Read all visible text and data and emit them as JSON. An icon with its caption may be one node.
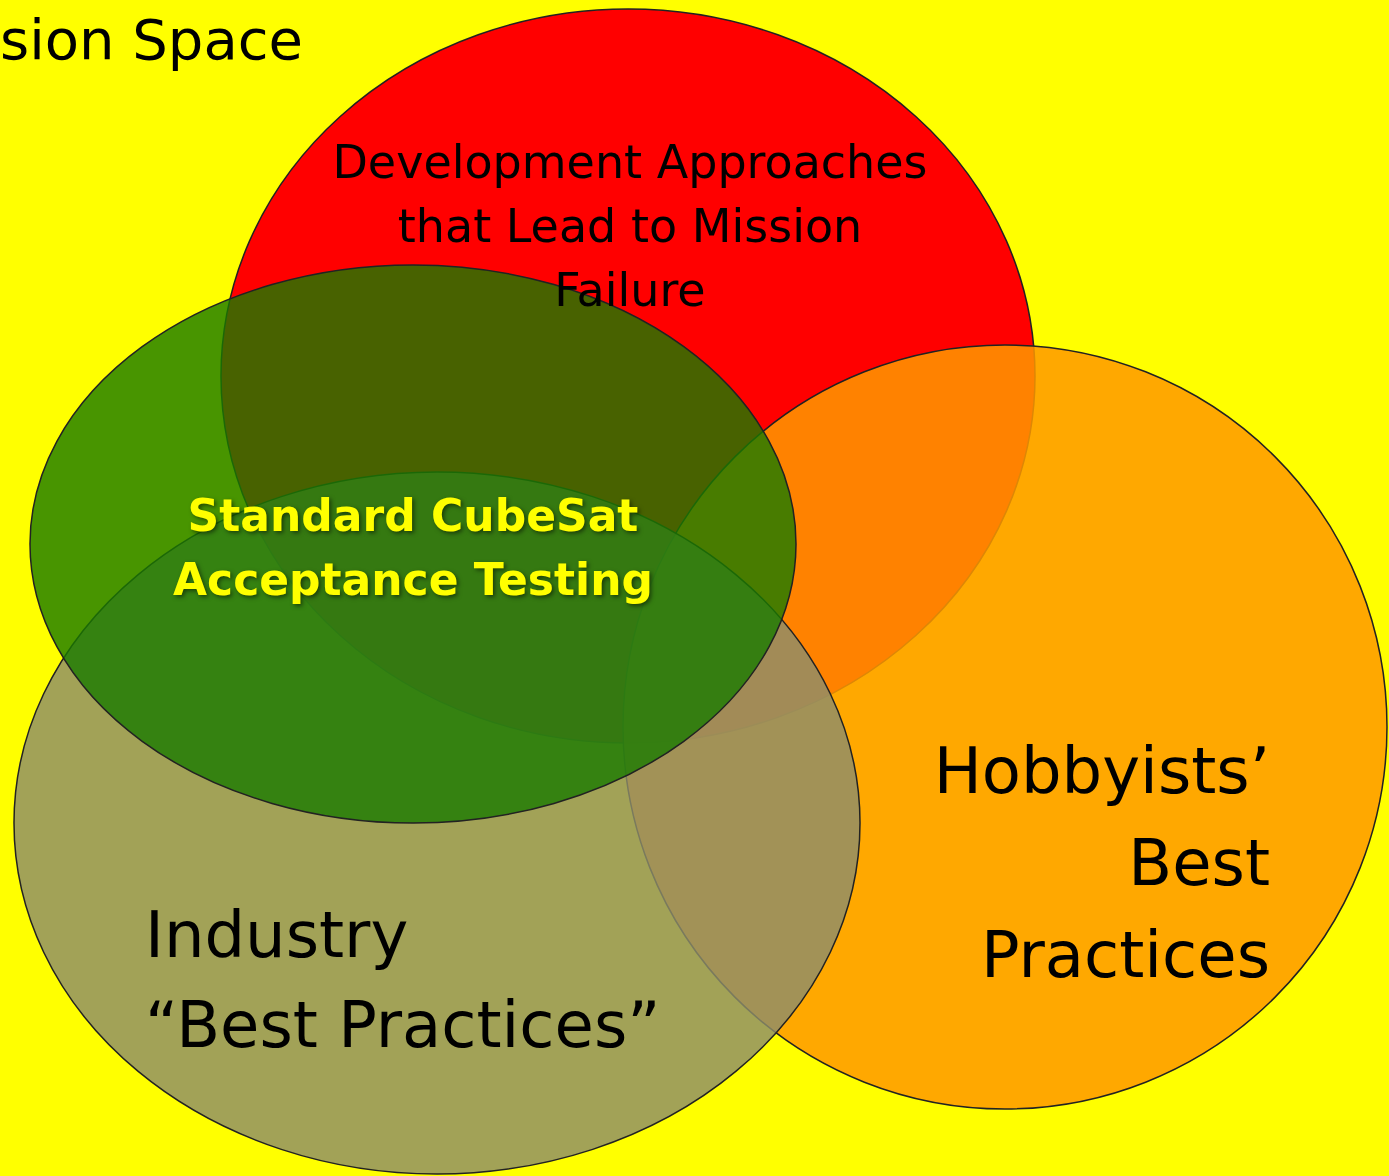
{
  "diagram": {
    "title": "sion Space",
    "nodes": [
      {
        "text": [
          "Development Approaches that Lead to Mission Failure"
        ]
      },
      {
        "text": [
          "Hobbyists’ Best Practices"
        ]
      },
      {
        "text": [
          "Industry",
          "“Best Practices”"
        ]
      },
      {
        "text": [
          "Standard CubeSat Acceptance Testing"
        ]
      }
    ]
  }
}
